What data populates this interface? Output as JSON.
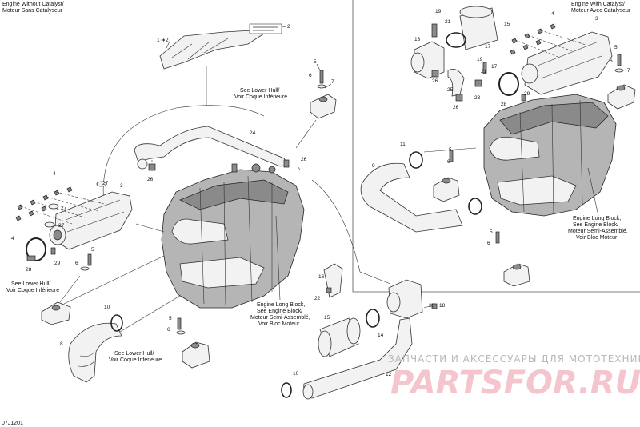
{
  "corner_labels": {
    "left_line1": "Engine Without Catalyst/",
    "left_line2": "Moteur Sans Catalyseur",
    "right_line1": "Engine With Catalyst/",
    "right_line2": "Moteur Avec Catalyseur"
  },
  "notes": {
    "hull_top_1": "See Lower Hull/",
    "hull_top_2": "Voir Coque Inférieure",
    "hull_left_1": "See Lower Hull/",
    "hull_left_2": "Voir Coque Inférieure",
    "hull_bottom_1": "See Lower Hull/",
    "hull_bottom_2": "Voir Coque Inférieure",
    "engine_center_1": "Engine Long Block,",
    "engine_center_2": "See Engine Block/",
    "engine_center_3": "Moteur Semi-Assemblé,",
    "engine_center_4": "Voir Bloc Moteur",
    "engine_right_1": "Engine Long Block,",
    "engine_right_2": "See Engine Block/",
    "engine_right_3": "Moteur Semi-Assemblé,",
    "engine_right_4": "Voir Bloc Moteur"
  },
  "callouts": {
    "c1": "1",
    "c1_arrow": "➜",
    "c2a": "2",
    "c2b": "2",
    "c3a": "3",
    "c3b": "3",
    "c4a": "4",
    "c4b": "4",
    "c4c": "4",
    "c5a": "5",
    "c5b": "5",
    "c5c": "5",
    "c5d": "5",
    "c5e": "5",
    "c5f": "5",
    "c6a": "6",
    "c6b": "6",
    "c6c": "6",
    "c6d": "6",
    "c6e": "6",
    "c6f": "6",
    "c7a": "7",
    "c7b": "7",
    "c8": "8",
    "c9": "9",
    "c10a": "10",
    "c10b": "10",
    "c11": "11",
    "c12": "12",
    "c13": "13",
    "c14": "14",
    "c15a": "15",
    "c15b": "15",
    "c16": "16",
    "c17a": "17",
    "c17b": "17",
    "c18": "18",
    "c19a": "19",
    "c19b": "19",
    "c20": "20",
    "c21a": "21",
    "c21b": "21",
    "c22": "22",
    "c23": "23",
    "c24": "24",
    "c25": "25",
    "c26a": "26",
    "c26b": "26",
    "c26c": "26",
    "c26d": "26",
    "c27a": "27",
    "c27b": "27",
    "c27c": "27",
    "c28a": "28",
    "c28b": "28",
    "c29a": "29",
    "c29b": "29"
  },
  "figure_code": "07J1201",
  "watermark": {
    "line1": "ЗАПЧАСТИ И АКСЕССУАРЫ ДЛЯ МОТОТЕХНИКИ",
    "line2": "PARTSFOR.RU"
  },
  "colors": {
    "watermark_pink": "#f4c5cc",
    "watermark_gray": "#b8b8b8",
    "engine_gray": "#b5b5b5"
  }
}
